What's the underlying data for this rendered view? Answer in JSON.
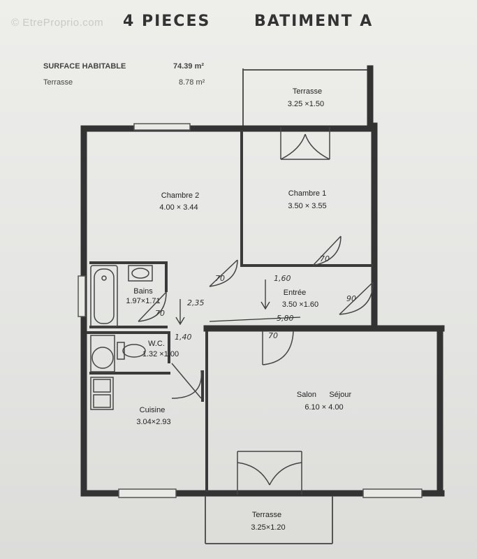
{
  "header": {
    "watermark": "© EtreProprio.com",
    "title_left": "4 PIECES",
    "title_right": "BATIMENT A"
  },
  "specs": {
    "surface_label": "SURFACE   HABITABLE",
    "surface_value": "74.39 m²",
    "terrace_label": "Terrasse",
    "terrace_value": "8.78 m²"
  },
  "rooms": {
    "terrasse_top": {
      "name": "Terrasse",
      "dims": "3.25 ×1.50"
    },
    "chambre2": {
      "name": "Chambre  2",
      "dims": "4.00 × 3.44"
    },
    "chambre1": {
      "name": "Chambre 1",
      "dims": "3.50 × 3.55"
    },
    "bains": {
      "name": "Bains",
      "dims": "1.97×1.71"
    },
    "entree": {
      "name": "Entrée",
      "dims": "3.50 ×1.60"
    },
    "wc": {
      "name": "W.C.",
      "dims": "1.32 ×1,00"
    },
    "cuisine": {
      "name": "Cuisine",
      "dims": "3.04×2.93"
    },
    "salon": {
      "name": "Salon      Séjour",
      "dims": "6.10 × 4.00"
    },
    "terrasse_bottom": {
      "name": "Terrasse",
      "dims": "3.25×1.20"
    }
  },
  "annotations": {
    "d1": "70",
    "d2": "70",
    "d3": "1,60",
    "d4": "90",
    "d5": "70",
    "d6": "2,35",
    "d7": "5,80",
    "d8": "1,40",
    "d9": "70"
  },
  "colors": {
    "wall": "#333333",
    "line": "#555555",
    "paper": "#e9e9e6"
  }
}
